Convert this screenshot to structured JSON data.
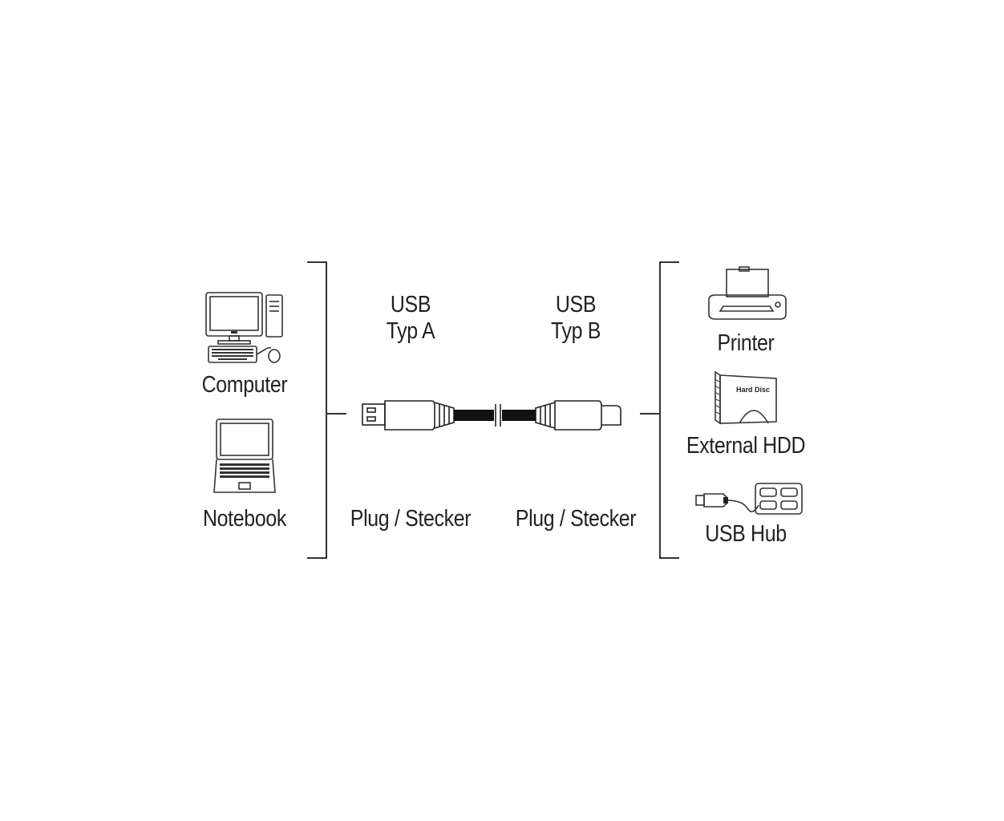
{
  "left_devices": [
    {
      "label": "Computer",
      "icon": "desktop-computer-icon"
    },
    {
      "label": "Notebook",
      "icon": "notebook-icon"
    }
  ],
  "cable": {
    "end_a": {
      "line1": "USB",
      "line2": "Typ A",
      "plug": "Plug / Stecker"
    },
    "end_b": {
      "line1": "USB",
      "line2": "Typ B",
      "plug": "Plug / Stecker"
    }
  },
  "right_devices": [
    {
      "label": "Printer",
      "icon": "printer-icon"
    },
    {
      "label": "External HDD",
      "icon": "external-hdd-icon",
      "icon_text": "Hard Disc"
    },
    {
      "label": "USB Hub",
      "icon": "usb-hub-icon"
    }
  ]
}
